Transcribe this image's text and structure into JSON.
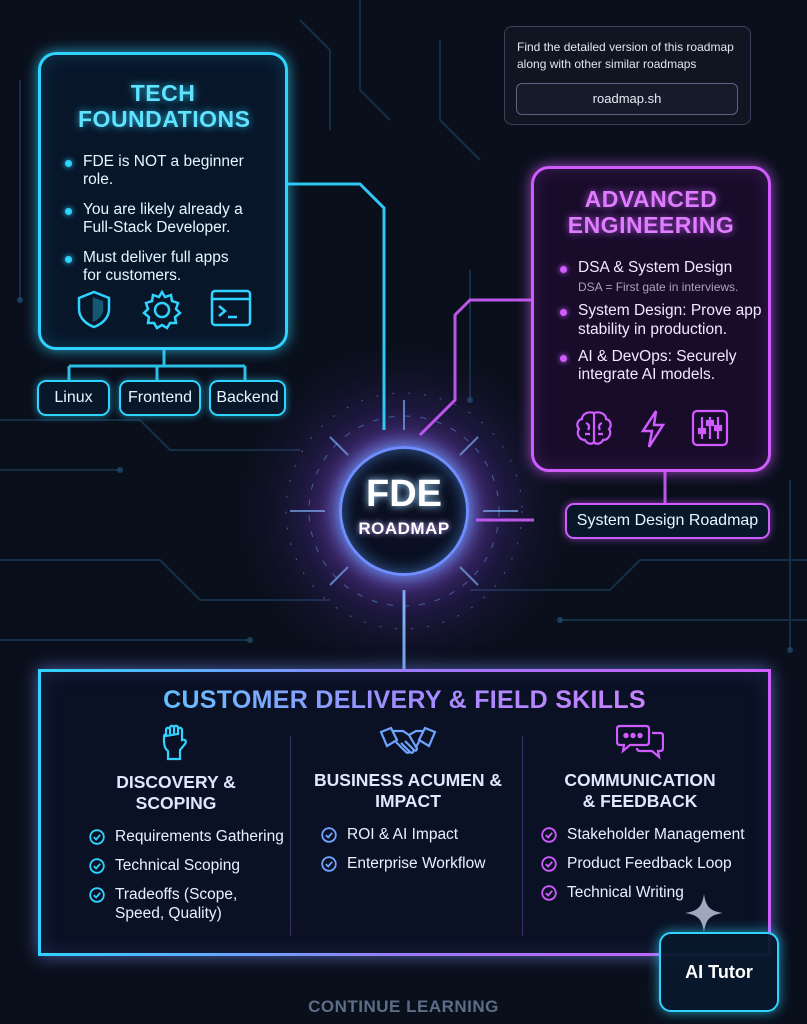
{
  "info_box": {
    "text": "Find the detailed version of this roadmap along with other similar roadmaps",
    "link": "roadmap.sh"
  },
  "tech_foundations": {
    "title": "TECH FOUNDATIONS",
    "bullets": [
      "FDE is NOT a beginner role.",
      "You are likely already a Full-Stack Developer.",
      "Must deliver full apps for customers."
    ],
    "icons": [
      "shield-icon",
      "gear-icon",
      "terminal-icon"
    ],
    "tags": [
      "Linux",
      "Frontend",
      "Backend"
    ]
  },
  "advanced_engineering": {
    "title": "ADVANCED ENGINEERING",
    "bullets": [
      {
        "text": "DSA & System Design",
        "sub": "DSA = First gate in interviews."
      },
      {
        "text": "System Design: Prove app stability in production.",
        "sub": ""
      },
      {
        "text": "AI & DevOps: Securely integrate AI models.",
        "sub": ""
      }
    ],
    "icons": [
      "brain-icon",
      "lightning-icon",
      "sliders-icon"
    ],
    "tag": "System Design Roadmap"
  },
  "hub": {
    "line1": "FDE",
    "line2": "ROADMAP"
  },
  "customer_delivery": {
    "title": "CUSTOMER DELIVERY & FIELD SKILLS",
    "columns": [
      {
        "icon": "fist-icon",
        "title": "DISCOVERY & SCOPING",
        "items": [
          "Requirements Gathering",
          "Technical Scoping",
          "Tradeoffs (Scope, Speed, Quality)"
        ]
      },
      {
        "icon": "handshake-icon",
        "title": "BUSINESS ACUMEN & IMPACT",
        "items": [
          "ROI & AI Impact",
          "Enterprise Workflow"
        ]
      },
      {
        "icon": "chat-bubbles-icon",
        "title": "COMMUNICATION & FEEDBACK",
        "items": [
          "Stakeholder Management",
          "Product Feedback Loop",
          "Technical Writing"
        ]
      }
    ]
  },
  "ai_tutor": {
    "label": "AI Tutor"
  },
  "footer": {
    "continue": "CONTINUE LEARNING"
  },
  "colors": {
    "cyan": "#2fd3ff",
    "magenta": "#d05cff",
    "background": "#0a0f1c"
  }
}
